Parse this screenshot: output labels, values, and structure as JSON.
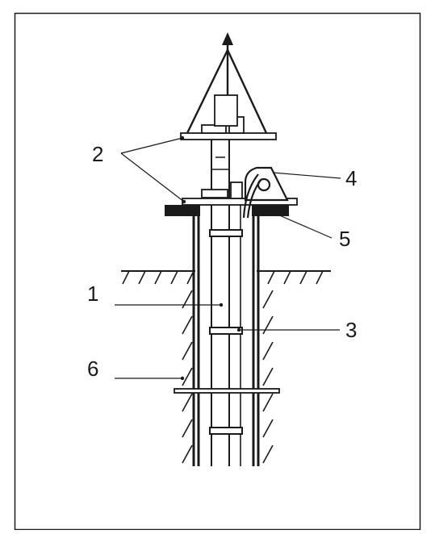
{
  "labels": {
    "l1": "1",
    "l2": "2",
    "l3": "3",
    "l4": "4",
    "l5": "5",
    "l6": "6"
  },
  "colors": {
    "ink": "#1a1a1a",
    "background": "#ffffff"
  }
}
